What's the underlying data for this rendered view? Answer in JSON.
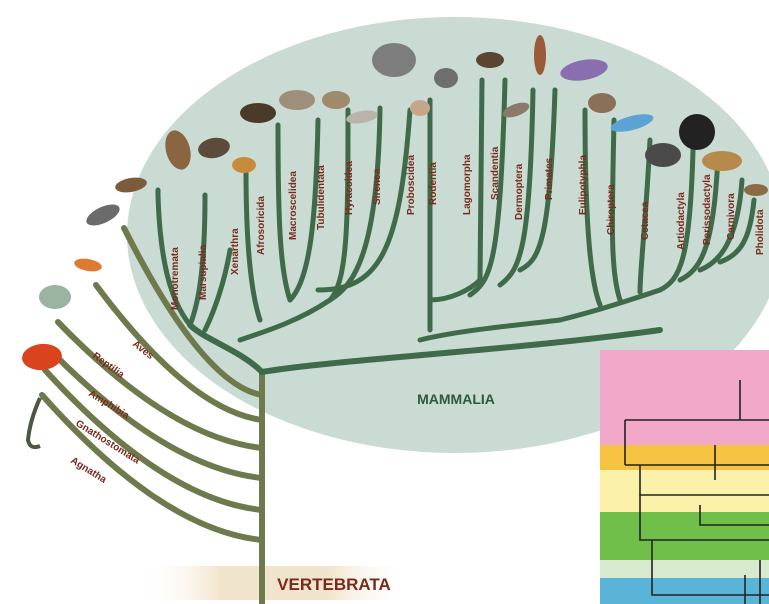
{
  "colors": {
    "background": "#ffffff",
    "mammal_bubble": "#c9dbd2",
    "mammal_branch": "#3f6b4a",
    "trunk_branch": "#6e7a4c",
    "label": "#7a2a1c",
    "mammal_title": "#2b5a3f",
    "vertebrata_title": "#7a2a1c"
  },
  "titles": {
    "mammalia": "MAMMALIA",
    "vertebrata": "VERTEBRATA"
  },
  "outgroups": [
    {
      "label": "Aves",
      "icon": "bird-icon"
    },
    {
      "label": "Reptilia",
      "icon": "snake-icon"
    },
    {
      "label": "Amphibia",
      "icon": "frog-icon"
    },
    {
      "label": "Gnathostomata",
      "icon": "fish-icon"
    },
    {
      "label": "Agnatha",
      "icon": "lamprey-icon"
    }
  ],
  "mammal_orders": [
    {
      "label": "Monotremata",
      "icon": "platypus-icon"
    },
    {
      "label": "Marsupialia",
      "icon": "kangaroo-icon"
    },
    {
      "label": "Xenarthra",
      "icon": "anteater-icon"
    },
    {
      "label": "Afrosoricida",
      "icon": "tenrec-icon"
    },
    {
      "label": "Macroscelidea",
      "icon": "elephant-shrew-icon"
    },
    {
      "label": "Tubulidentata",
      "icon": "aardvark-icon"
    },
    {
      "label": "Hyracoidea",
      "icon": "hyrax-icon"
    },
    {
      "label": "Sirenea",
      "icon": "manatee-icon"
    },
    {
      "label": "Proboscidea",
      "icon": "elephant-icon"
    },
    {
      "label": "Rodentia",
      "icon": "rodent-icon"
    },
    {
      "label": "Lagomorpha",
      "icon": "rabbit-icon"
    },
    {
      "label": "Scandentia",
      "icon": "treeshrew-icon"
    },
    {
      "label": "Dermoptera",
      "icon": "colugo-icon"
    },
    {
      "label": "Primates",
      "icon": "human-icon"
    },
    {
      "label": "Eulipotyphla",
      "icon": "hedgehog-icon"
    },
    {
      "label": "Chiroptera",
      "icon": "bat-icon"
    },
    {
      "label": "Cetacea",
      "icon": "dolphin-icon"
    },
    {
      "label": "Artiodactyla",
      "icon": "boar-icon"
    },
    {
      "label": "Perissodactyla",
      "icon": "horse-icon"
    },
    {
      "label": "Carnivora",
      "icon": "leopard-icon"
    },
    {
      "label": "Pholidota",
      "icon": "pangolin-icon"
    }
  ],
  "inset_band_colors": [
    "#f2a8c8",
    "#f5c242",
    "#faf0a8",
    "#6fbf4a",
    "#d7ead0",
    "#5ab4d8"
  ]
}
